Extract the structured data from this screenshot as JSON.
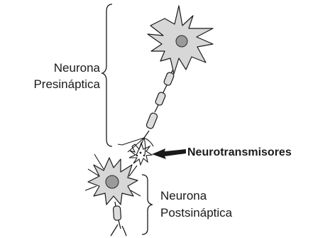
{
  "labels": {
    "presynaptic_line1": "Neurona",
    "presynaptic_line2": "Presináptica",
    "neurotransmitters": "Neurotransmisores",
    "postsynaptic_line1": "Neurona",
    "postsynaptic_line2": "Postsináptica"
  }
}
